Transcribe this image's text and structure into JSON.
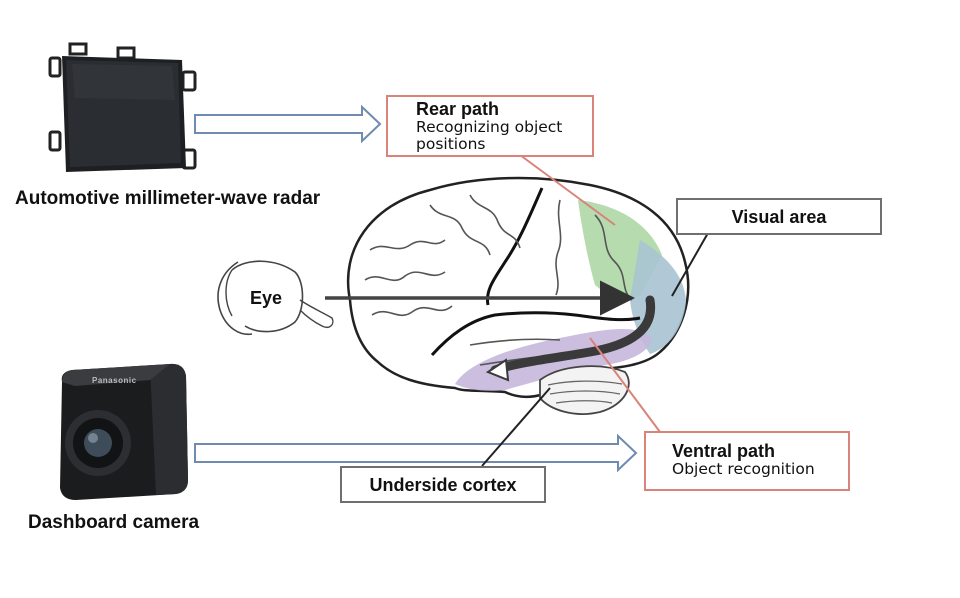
{
  "devices": {
    "radar_caption": "Automotive millimeter-wave radar",
    "camera_caption": "Dashboard camera",
    "camera_brand": "Panasonic"
  },
  "labels": {
    "eye": "Eye",
    "visual_area": "Visual area",
    "underside_cortex": "Underside cortex"
  },
  "rear_path": {
    "title": "Rear path",
    "line1": "Recognizing object",
    "line2": "positions"
  },
  "ventral_path": {
    "title": "Ventral path",
    "text": "Object recognition"
  },
  "colors": {
    "box_border_red": "#d9837a",
    "box_border_gray": "#6f6f6f",
    "hollow_arrow": "#6f8bb0",
    "rear_region": "#a8d5a0",
    "ventral_region": "#c7b7dc",
    "visual_region": "#a9c3d1"
  },
  "icons": [
    "radar-module-icon",
    "camera-icon",
    "eye-icon",
    "brain-icon"
  ]
}
